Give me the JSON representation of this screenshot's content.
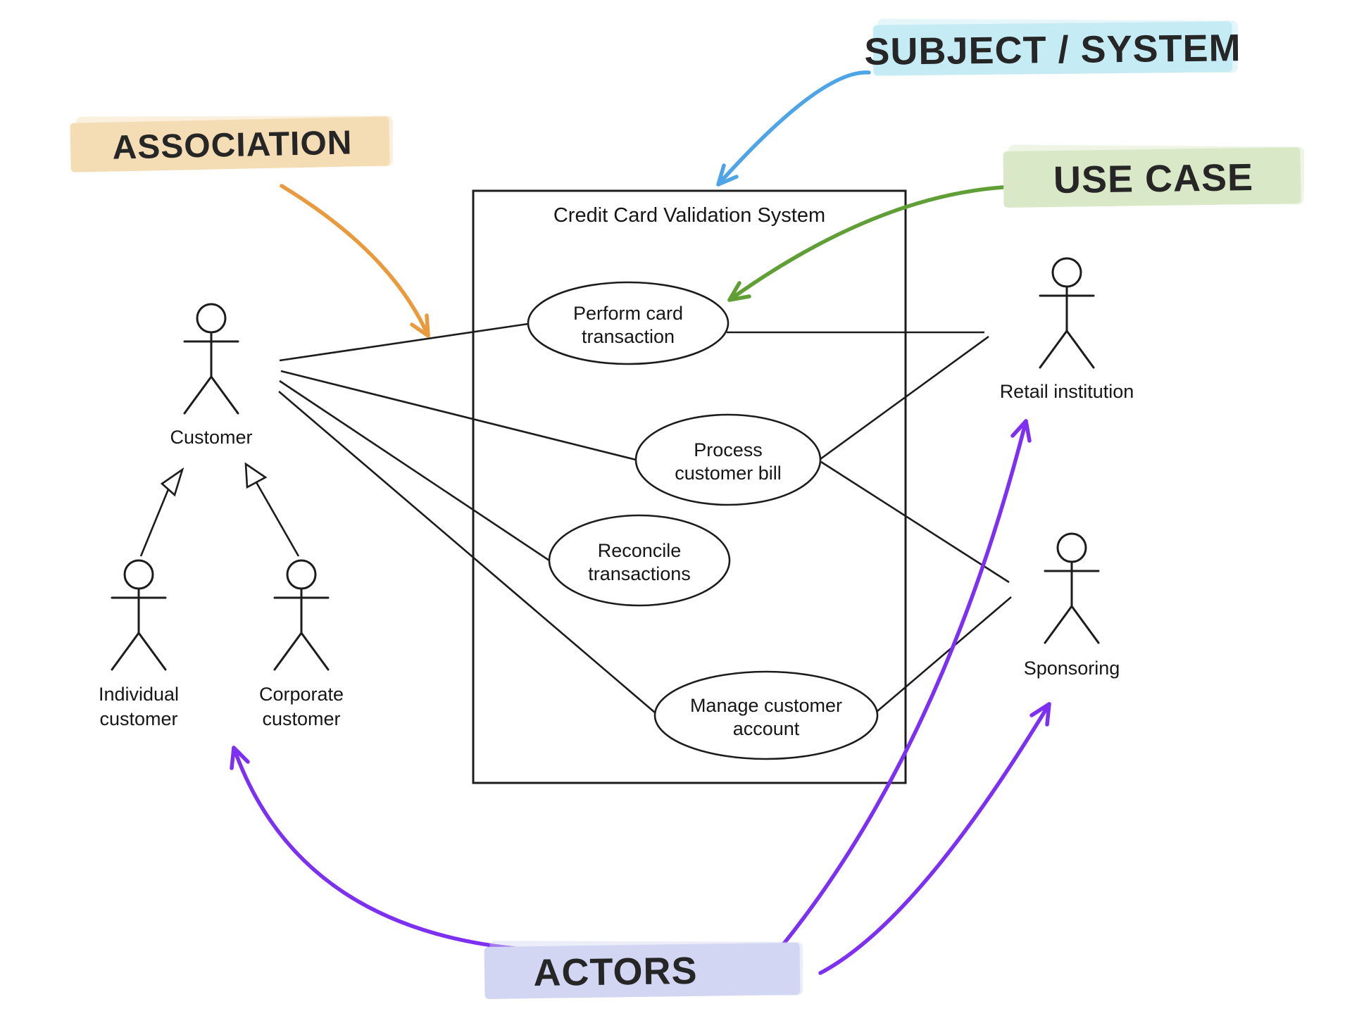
{
  "annotations": {
    "subject_system": {
      "label": "SUBJECT / SYSTEM",
      "highlight_color": "#c5ebf4",
      "arrow_color": "#4da4e6"
    },
    "association": {
      "label": "ASSOCIATION",
      "highlight_color": "#f4ddb4",
      "arrow_color": "#e99a3d"
    },
    "use_case": {
      "label": "USE CASE",
      "highlight_color": "#d9e8c6",
      "arrow_color": "#609f35"
    },
    "actors_label": {
      "label": "ACTORS",
      "highlight_color": "#d2d6f2",
      "arrow_color": "#7d2ff2"
    }
  },
  "system": {
    "title": "Credit Card Validation System",
    "use_cases": [
      {
        "line1": "Perform card",
        "line2": "transaction"
      },
      {
        "line1": "Process",
        "line2": "customer bill"
      },
      {
        "line1": "Reconcile",
        "line2": "transactions"
      },
      {
        "line1": "Manage customer",
        "line2": "account"
      }
    ]
  },
  "actors": [
    {
      "line1": "Customer",
      "line2": ""
    },
    {
      "line1": "Individual",
      "line2": "customer"
    },
    {
      "line1": "Corporate",
      "line2": "customer"
    },
    {
      "line1": "Retail institution",
      "line2": ""
    },
    {
      "line1": "Sponsoring",
      "line2": ""
    }
  ],
  "relationships": {
    "associations": [
      "Customer - Perform card transaction",
      "Customer - Process customer bill",
      "Customer - Reconcile transactions",
      "Customer - Manage customer account",
      "Retail institution - Perform card transaction",
      "Retail institution - Process customer bill",
      "Sponsoring - Process customer bill",
      "Sponsoring - Manage customer account"
    ],
    "generalizations": [
      "Individual customer -> Customer",
      "Corporate customer -> Customer"
    ]
  },
  "colors": {
    "diagram_line": "#1c1c1c",
    "background": "#ffffff",
    "label_text": "#262626"
  }
}
